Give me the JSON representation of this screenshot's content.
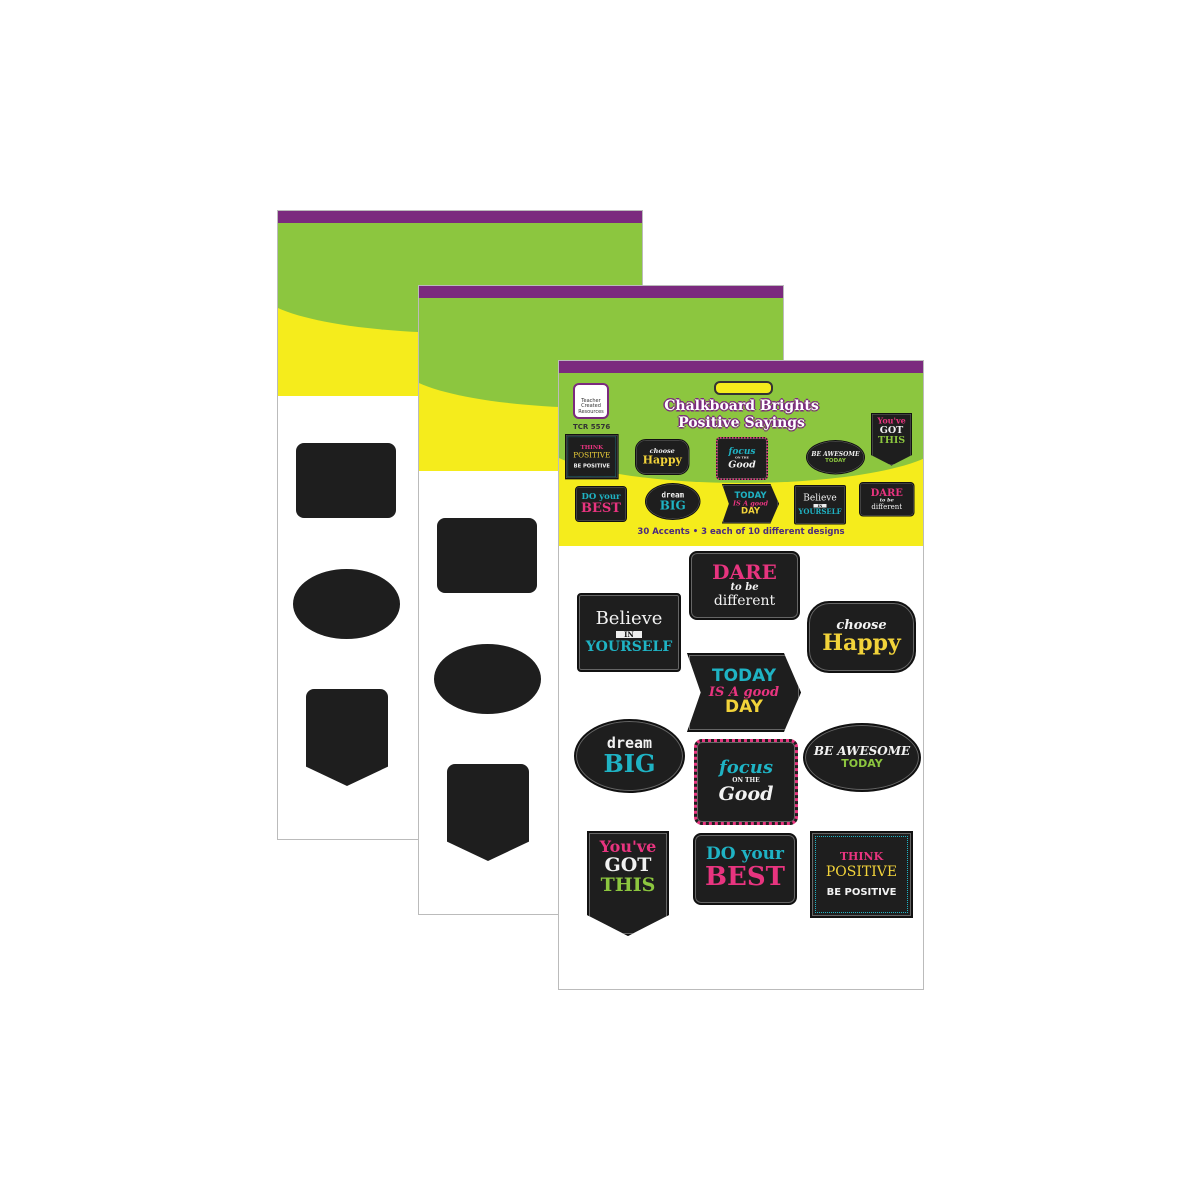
{
  "brand": {
    "logo_text": "Teacher Created Resources",
    "code": "TCR 5576"
  },
  "title": [
    "Chalkboard Brights",
    "Positive Sayings"
  ],
  "count": "30 Accents • 3 each of 10 different designs",
  "accents": {
    "dare": [
      "DARE",
      "to be",
      "different"
    ],
    "believe": [
      "Believe",
      "IN",
      "YOURSELF"
    ],
    "happy": [
      "choose",
      "Happy"
    ],
    "today": [
      "TODAY",
      "IS A good",
      "DAY"
    ],
    "dream": [
      "dream",
      "BIG"
    ],
    "awesome": [
      "BE AWESOME",
      "TODAY"
    ],
    "focus": [
      "focus",
      "ON THE",
      "Good"
    ],
    "got": [
      "You've",
      "GOT",
      "THIS"
    ],
    "think": [
      "THINK",
      "POSITIVE",
      "BE POSITIVE"
    ],
    "best": [
      "DO your",
      "BEST"
    ]
  },
  "colors": {
    "purple": "#7b2a7e",
    "green": "#8cc63f",
    "yellow": "#f5ec1c",
    "pink": "#e8347f",
    "teal": "#1fb3c4"
  }
}
